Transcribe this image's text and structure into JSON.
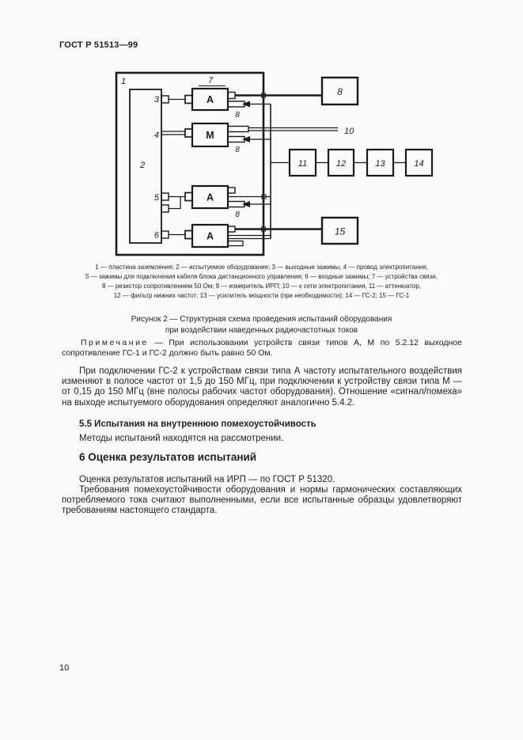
{
  "page": {
    "header": "ГОСТ Р 51513—99",
    "page_number": "10"
  },
  "figure": {
    "labels": {
      "n1": "1",
      "n2": "2",
      "n3": "3",
      "n4": "4",
      "n5": "5",
      "n6": "6",
      "n7": "7",
      "n8_a1": "8",
      "n8_m": "8",
      "n8_a2": "8",
      "a1": "А",
      "m": "М",
      "a2": "А",
      "a3": "А",
      "box8": "8",
      "n10": "10",
      "box11": "11",
      "box12": "12",
      "box13": "13",
      "box14": "14",
      "box15": "15"
    },
    "legend_lines": [
      "1 — пластина заземления; 2 — испытуемое оборудование; 3 — выходные зажимы, 4 — провод электропитания;",
      "5 — зажимы для подключения кабеля блока дистанционного управления; 6 — входные зажимы; 7 — устройства связи,",
      "8 — резистор сопротивлением 50 Ом; 9 — измеритель ИРП; 10 — к сети электропитания, 11 — аттенюатор,",
      "12 — фильтр нижних частот; 13 — усилитель мощности (при необходимости); 14 — ГС-2; 15 — ГС-1"
    ],
    "caption_line1": "Рисунок 2 — Структурная схема проведения испытаний оборудования",
    "caption_line2": "при воздействии наведенных радиочастотных токов"
  },
  "content": {
    "note_label": "Примечание",
    "note_text": "— При использовании устройств связи типов А, М по 5.2.12 выходное сопротивление ГС-1 и ГС-2 должно быть равно 50 Ом.",
    "para_5_4": "При подключении ГС-2 к устройствам связи типа А частоту испытательного воздействия изменяют в полосе частот от 1,5 до 150 МГц, при подключении к устройству связи типа М — от 0,15 до 150 МГц (вне полосы рабочих частот оборудования). Отношение «сигнал/помеха» на выходе испытуемого оборудования определяют аналогично 5.4.2.",
    "heading_5_5": "5.5 Испытания на внутреннюю помехоустойчивость",
    "para_5_5": "Методы испытаний находятся на рассмотрении.",
    "heading_6": "6 Оценка результатов испытаний",
    "para_6_1": "Оценка результатов испытаний на ИРП — по ГОСТ Р 51320.",
    "para_6_2": "Требования помехоустойчивости оборудования и нормы гармонических составляющих потребляемого тока считают выполненными, если все испытанные образцы удовлетворяют требованиям настоящего стандарта."
  }
}
